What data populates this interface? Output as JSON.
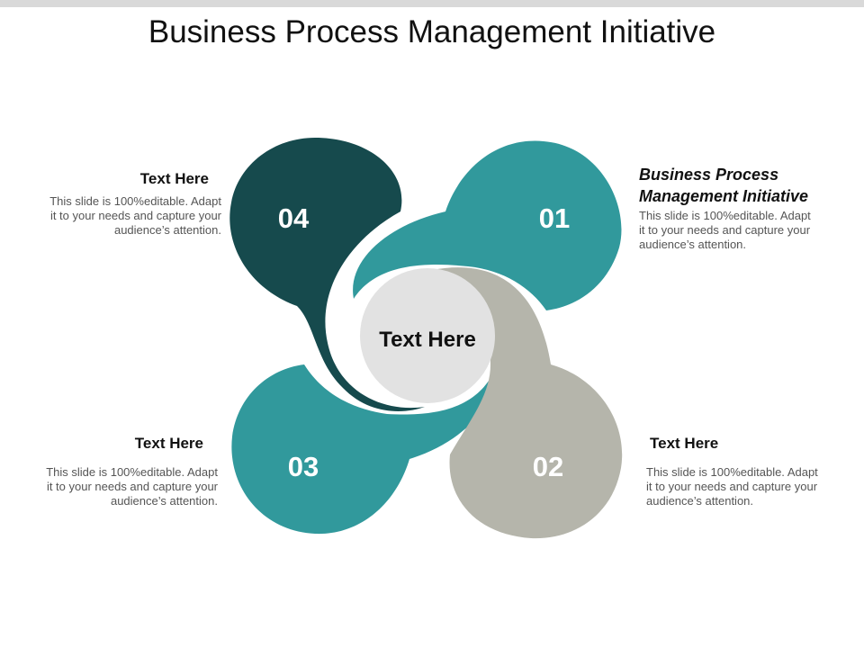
{
  "title": "Business Process Management Initiative",
  "colors": {
    "petal_04": "#164a4d",
    "petal_01": "#31999c",
    "petal_03": "#31999c",
    "petal_02": "#b5b5ab",
    "center": "#e2e2e2"
  },
  "center_label": "Text Here",
  "petals": [
    {
      "number": "04",
      "color": "#164a4d"
    },
    {
      "number": "01",
      "color": "#31999c"
    },
    {
      "number": "03",
      "color": "#31999c"
    },
    {
      "number": "02",
      "color": "#b5b5ab"
    }
  ],
  "notes": {
    "top_left": {
      "heading": "Text Here",
      "lines": [
        "This slide is 100%editable. Adapt",
        "it to your needs and capture your",
        "audience’s attention."
      ]
    },
    "top_right": {
      "heading_lines": [
        "Business Process",
        "Management Initiative"
      ],
      "lines": [
        "This slide is 100%editable. Adapt",
        "it to your needs and capture your",
        "audience’s attention."
      ]
    },
    "bottom_left": {
      "heading": "Text Here",
      "lines": [
        "This slide is 100%editable. Adapt",
        "it to your needs and capture your",
        "audience’s attention."
      ]
    },
    "bottom_right": {
      "heading": "Text Here",
      "lines": [
        "This slide is 100%editable. Adapt",
        "it to your needs and capture your",
        "audience’s attention."
      ]
    }
  }
}
